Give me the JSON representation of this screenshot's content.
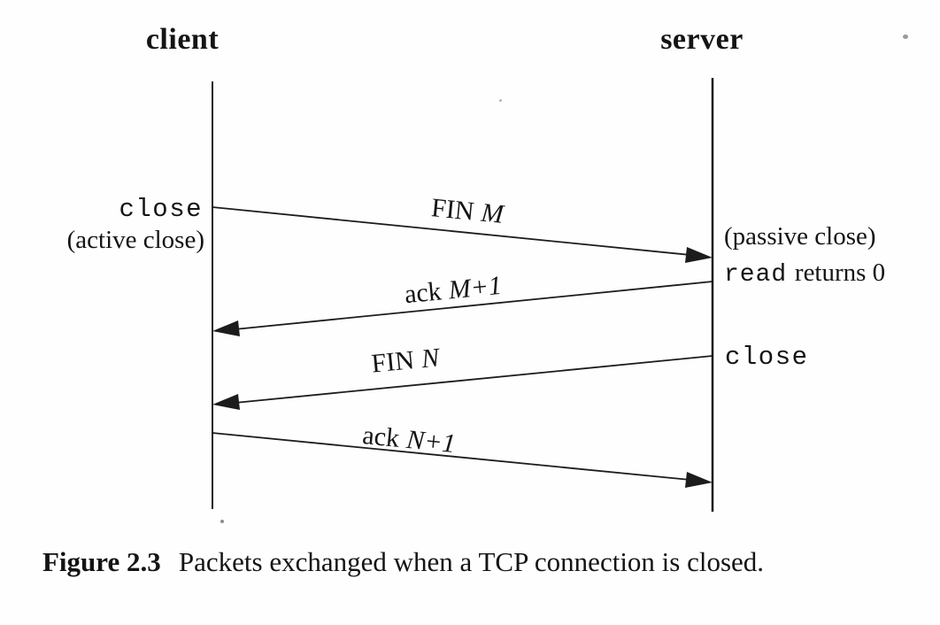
{
  "diagram": {
    "client_label": "client",
    "server_label": "server",
    "client_annotations": {
      "close_call": "close",
      "active_close": "(active close)"
    },
    "server_annotations": {
      "passive_close": "(passive close)",
      "read_call": "read",
      "read_result": "returns 0",
      "close_call": "close"
    },
    "arrows": [
      {
        "name": "fin-m",
        "from": "client",
        "to": "server",
        "label": "FIN",
        "variable": "M"
      },
      {
        "name": "ack-m1",
        "from": "server",
        "to": "client",
        "label": "ack",
        "variable": "M+1"
      },
      {
        "name": "fin-n",
        "from": "server",
        "to": "client",
        "label": "FIN",
        "variable": "N"
      },
      {
        "name": "ack-n1",
        "from": "client",
        "to": "server",
        "label": "ack",
        "variable": "N+1"
      }
    ]
  },
  "caption": {
    "figure_number": "Figure 2.3",
    "text": "Packets exchanged when a TCP connection is closed."
  }
}
